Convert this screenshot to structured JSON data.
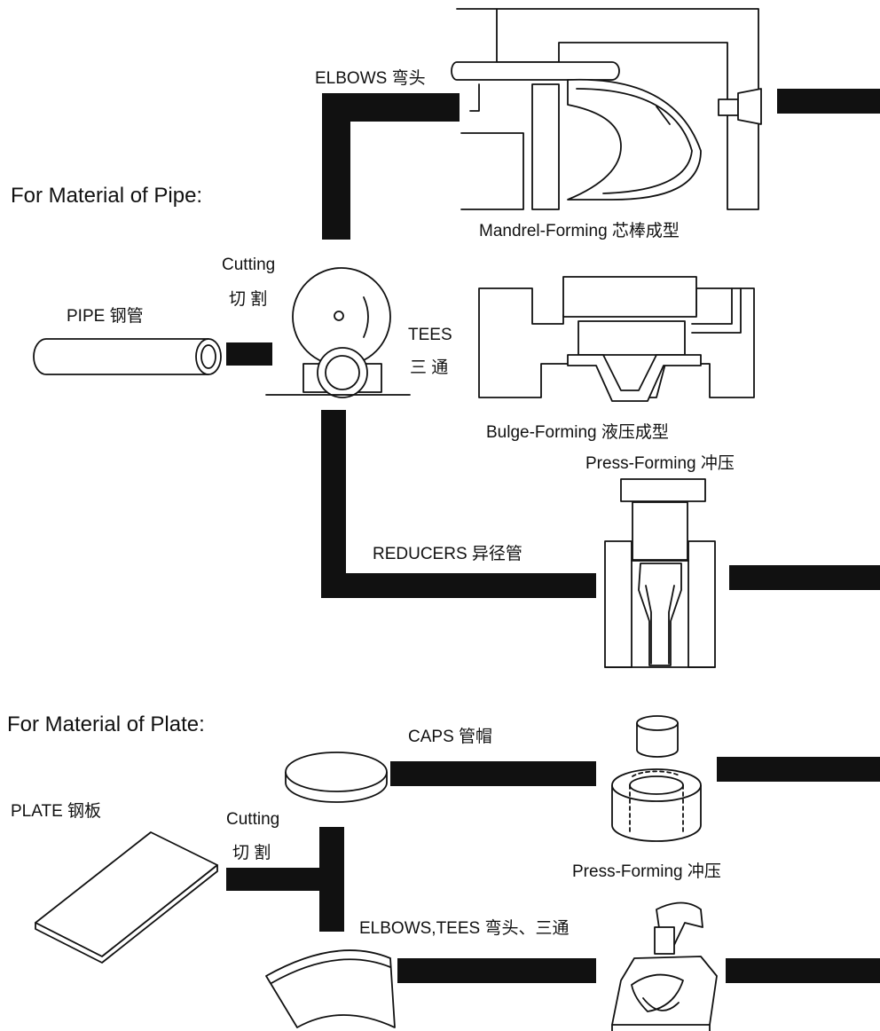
{
  "pipe_section": {
    "heading": "For Material of Pipe:",
    "raw": "PIPE 钢管",
    "cutting_en": "Cutting",
    "cutting_cn": "切 割",
    "elbows": "ELBOWS 弯头",
    "mandrel_forming": "Mandrel-Forming 芯棒成型",
    "tees_en": "TEES",
    "tees_cn": "三 通",
    "bulge_forming": "Bulge-Forming 液压成型",
    "press_forming": "Press-Forming 冲压",
    "reducers": "REDUCERS 异径管"
  },
  "plate_section": {
    "heading": "For Material of Plate:",
    "raw": "PLATE 钢板",
    "cutting_en": "Cutting",
    "cutting_cn": "切 割",
    "caps": "CAPS 管帽",
    "press_forming": "Press-Forming 冲压",
    "elbows_tees": "ELBOWS,TEES 弯头、三通"
  }
}
